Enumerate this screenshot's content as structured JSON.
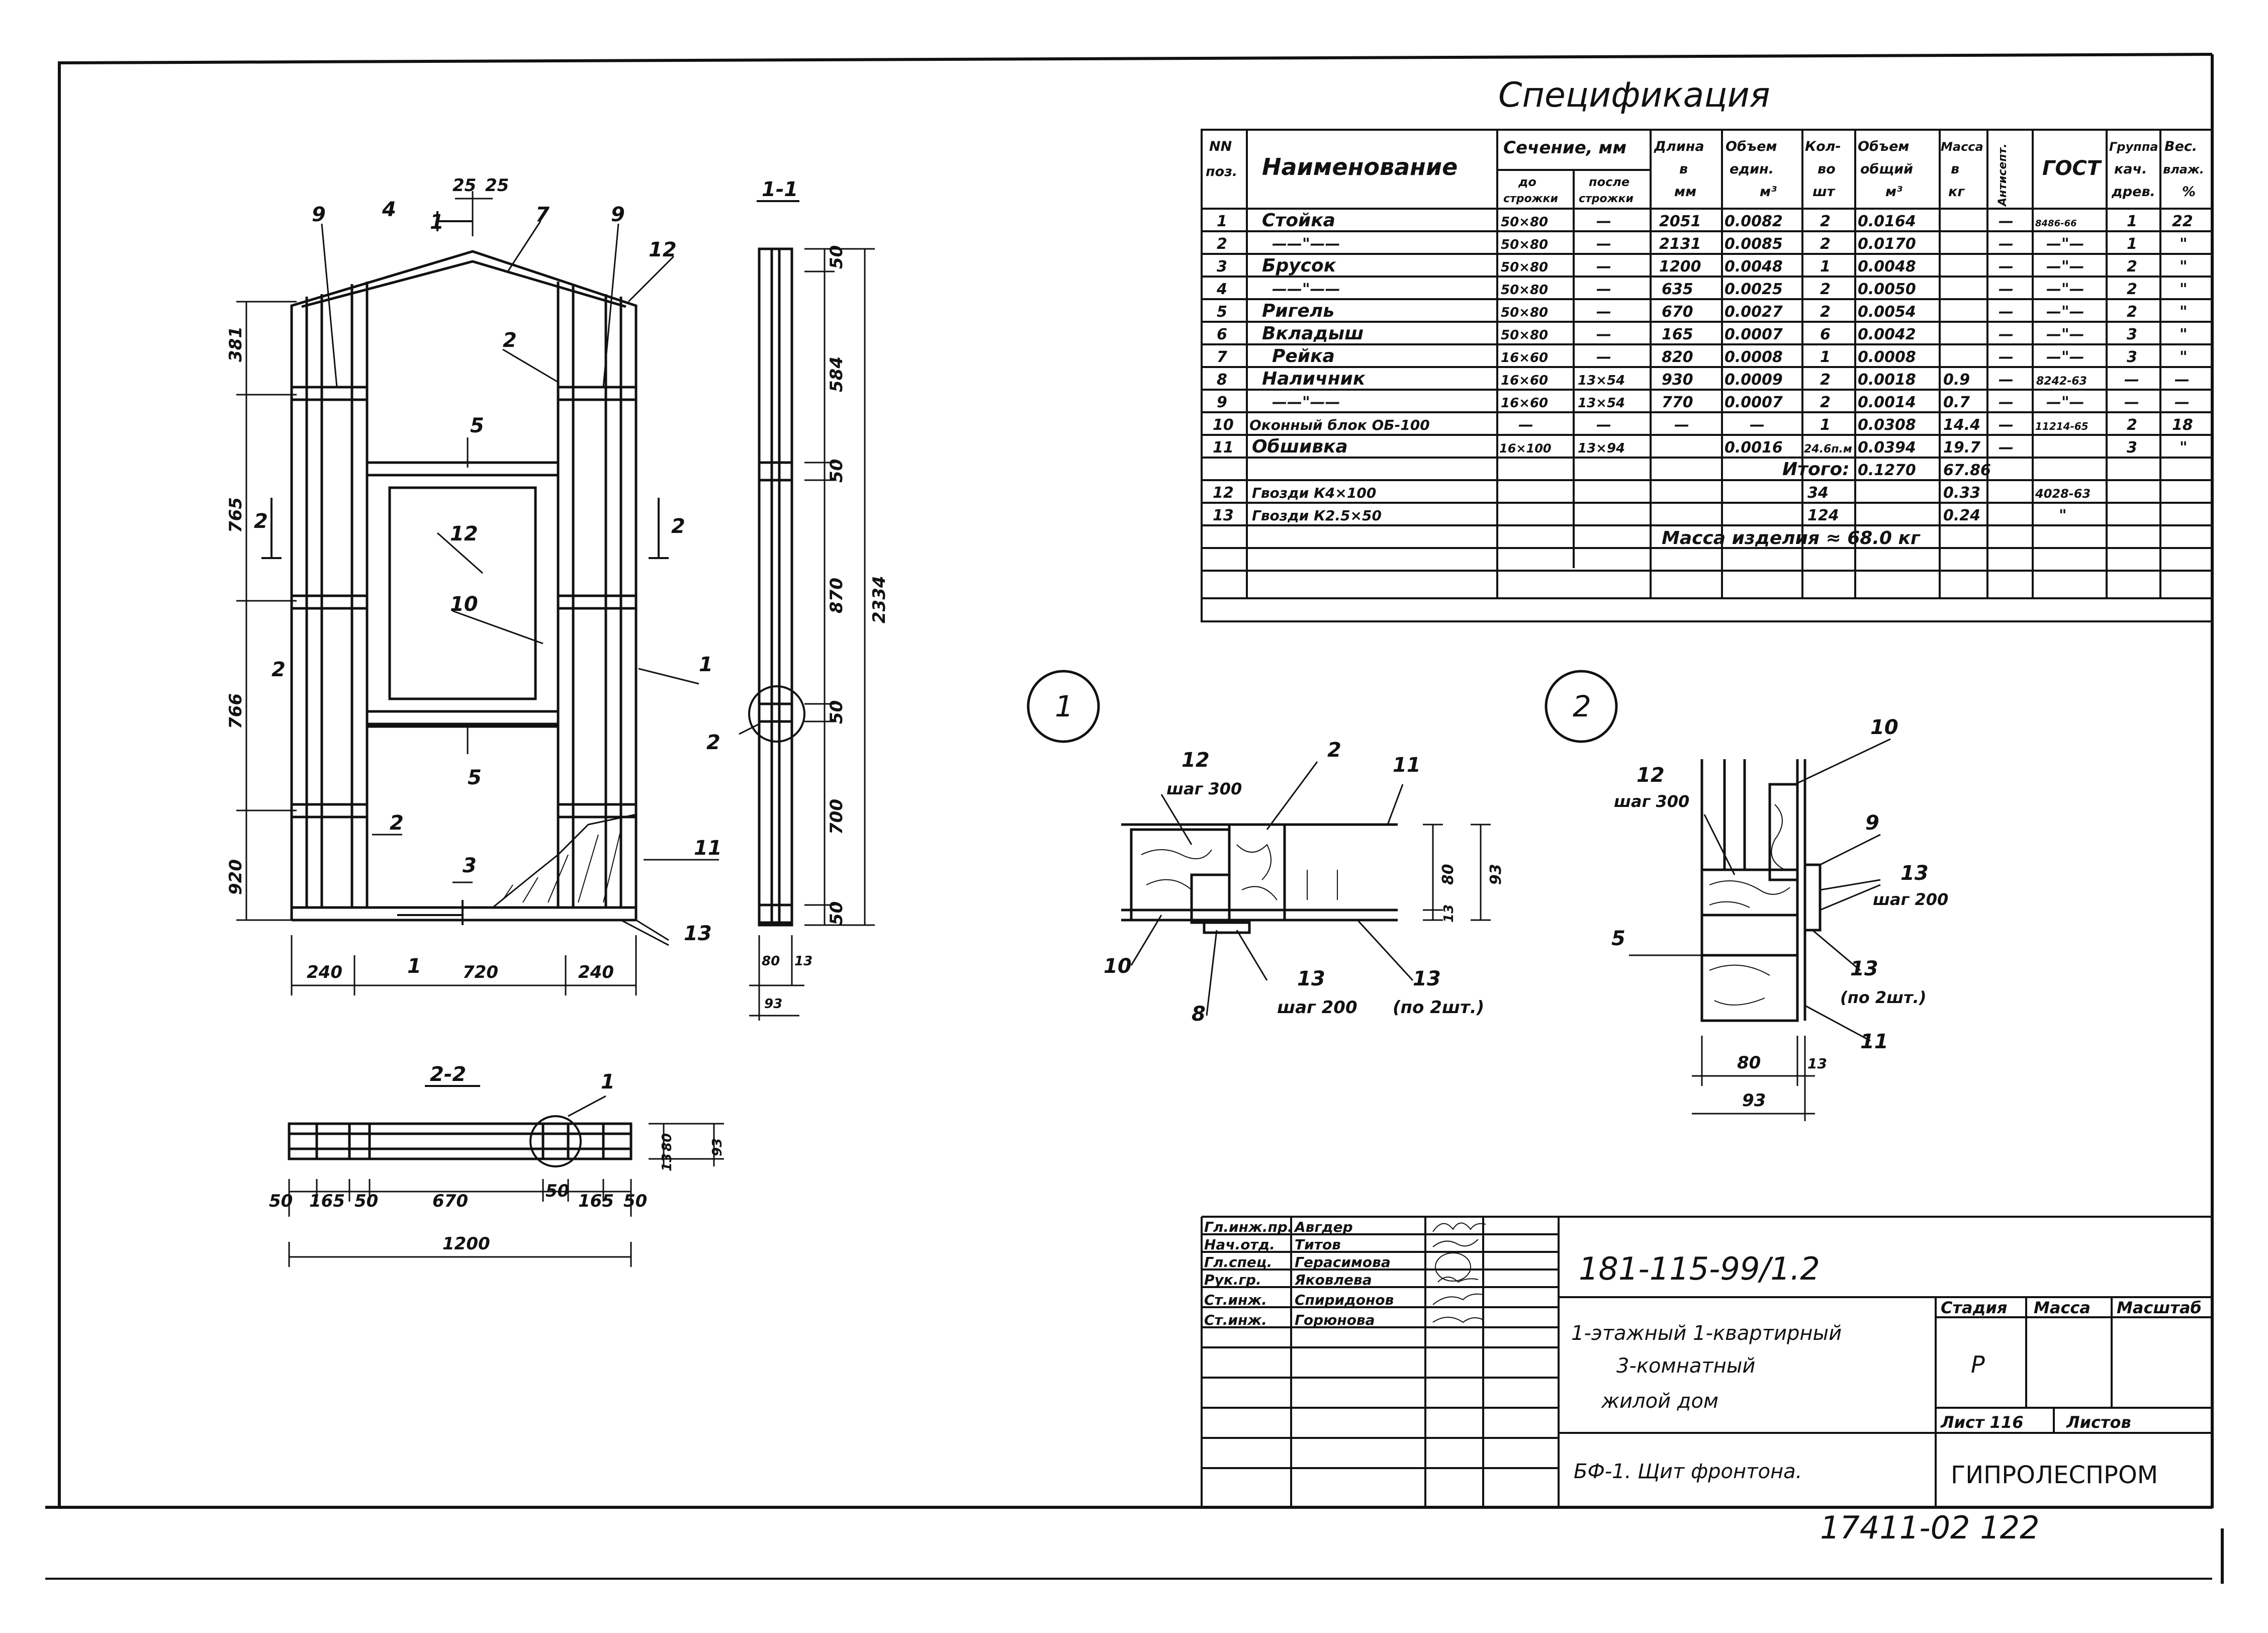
{
  "spec": {
    "title": "Спецификация",
    "headers": {
      "pos": [
        "NN",
        "поз."
      ],
      "name": "Наименование",
      "section": "Сечение, мм",
      "sec_before": [
        "до",
        "строжки"
      ],
      "sec_after": [
        "после",
        "строжки"
      ],
      "length": [
        "Длина",
        "в",
        "мм"
      ],
      "vol_unit": [
        "Объем",
        "един.",
        "м³"
      ],
      "qty": [
        "Кол-",
        "во",
        "шт"
      ],
      "vol_total": [
        "Объем",
        "общий",
        "м³"
      ],
      "mass": [
        "Масса",
        "в",
        "кг"
      ],
      "antisept": "Антисепт. ",
      "gost": "ГОСТ",
      "group": [
        "Группа",
        "кач.",
        "древ."
      ],
      "humidity": [
        "Вес.",
        "влаж.",
        "%"
      ]
    },
    "rows": [
      {
        "pos": "1",
        "name": "Стойка",
        "sec": "50×80",
        "after": "—",
        "len": "2051",
        "vu": "0.0082",
        "qty": "2",
        "vt": "0.0164",
        "mass": "",
        "ant": "—",
        "gost": "8486-66",
        "grp": "1",
        "hum": "22"
      },
      {
        "pos": "2",
        "name": "——\"——",
        "sec": "50×80",
        "after": "—",
        "len": "2131",
        "vu": "0.0085",
        "qty": "2",
        "vt": "0.0170",
        "mass": "",
        "ant": "—",
        "gost": "—\"—",
        "grp": "1",
        "hum": "\""
      },
      {
        "pos": "3",
        "name": "Брусок",
        "sec": "50×80",
        "after": "—",
        "len": "1200",
        "vu": "0.0048",
        "qty": "1",
        "vt": "0.0048",
        "mass": "",
        "ant": "—",
        "gost": "—\"—",
        "grp": "2",
        "hum": "\""
      },
      {
        "pos": "4",
        "name": "——\"——",
        "sec": "50×80",
        "after": "—",
        "len": "635",
        "vu": "0.0025",
        "qty": "2",
        "vt": "0.0050",
        "mass": "",
        "ant": "—",
        "gost": "—\"—",
        "grp": "2",
        "hum": "\""
      },
      {
        "pos": "5",
        "name": "Ригель",
        "sec": "50×80",
        "after": "—",
        "len": "670",
        "vu": "0.0027",
        "qty": "2",
        "vt": "0.0054",
        "mass": "",
        "ant": "—",
        "gost": "—\"—",
        "grp": "2",
        "hum": "\""
      },
      {
        "pos": "6",
        "name": "Вкладыш",
        "sec": "50×80",
        "after": "—",
        "len": "165",
        "vu": "0.0007",
        "qty": "6",
        "vt": "0.0042",
        "mass": "",
        "ant": "—",
        "gost": "—\"—",
        "grp": "3",
        "hum": "\""
      },
      {
        "pos": "7",
        "name": "Рейка",
        "sec": "16×60",
        "after": "—",
        "len": "820",
        "vu": "0.0008",
        "qty": "1",
        "vt": "0.0008",
        "mass": "",
        "ant": "—",
        "gost": "—\"—",
        "grp": "3",
        "hum": "\""
      },
      {
        "pos": "8",
        "name": "Наличник",
        "sec": "16×60",
        "after": "13×54",
        "len": "930",
        "vu": "0.0009",
        "qty": "2",
        "vt": "0.0018",
        "mass": "0.9",
        "ant": "—",
        "gost": "8242-63",
        "grp": "—",
        "hum": "—"
      },
      {
        "pos": "9",
        "name": "——\"——",
        "sec": "16×60",
        "after": "13×54",
        "len": "770",
        "vu": "0.0007",
        "qty": "2",
        "vt": "0.0014",
        "mass": "0.7",
        "ant": "—",
        "gost": "—\"—",
        "grp": "—",
        "hum": "—"
      },
      {
        "pos": "10",
        "name": "Оконный блок ОБ-100",
        "sec": "—",
        "after": "—",
        "len": "—",
        "vu": "—",
        "qty": "1",
        "vt": "0.0308",
        "mass": "14.4",
        "ant": "—",
        "gost": "11214-65",
        "grp": "2",
        "hum": "18"
      },
      {
        "pos": "11",
        "name": "Обшивка",
        "sec": "16×100",
        "after": "13×94",
        "len": "",
        "vu": "0.0016",
        "qty": "24.6п.м",
        "vt": "0.0394",
        "mass": "19.7",
        "ant": "—",
        "gost": "",
        "grp": "3",
        "hum": "\""
      }
    ],
    "total": {
      "label": "Итого:",
      "vt": "0.1270",
      "mass": "67.86"
    },
    "rows2": [
      {
        "pos": "12",
        "name": "Гвозди К4×100",
        "qty": "34",
        "mass": "0.33",
        "gost": "4028-63"
      },
      {
        "pos": "13",
        "name": "Гвозди К2.5×50",
        "qty": "124",
        "mass": "0.24",
        "gost": "\""
      }
    ],
    "footer": "Масса изделия ≈ 68.0 кг"
  },
  "views": {
    "section_1_1": "1-1",
    "section_2_2": "2-2",
    "callout_1": "1",
    "callout_2": "2"
  },
  "dims": {
    "top": [
      "25",
      "25"
    ],
    "left": [
      "381",
      "765",
      "766",
      "920"
    ],
    "bottom": [
      "240",
      "720",
      "240"
    ],
    "side": [
      "50",
      "584",
      "50",
      "870",
      "50",
      "700",
      "50"
    ],
    "side_total": "2334",
    "side_bottom": [
      "80",
      "13",
      "93"
    ],
    "s22": [
      "50",
      "165",
      "50",
      "670",
      "50",
      "165",
      "50"
    ],
    "s22_total": "1200",
    "s22_right": [
      "13",
      "80",
      "93"
    ],
    "d1": {
      "h80": "80",
      "h93": "93",
      "h13": "13"
    },
    "d2": {
      "w80": "80",
      "w13": "13",
      "w93": "93"
    }
  },
  "labels": {
    "main": [
      "9",
      "4",
      "1",
      "7",
      "9",
      "12",
      "2",
      "5",
      "12",
      "10",
      "1",
      "5",
      "2",
      "3",
      "1",
      "11",
      "13",
      "2",
      "2",
      "2"
    ],
    "d1": {
      "nail12": "12",
      "step300": "шаг 300",
      "p2": "2",
      "p11": "11",
      "p10": "10",
      "p8": "8",
      "p13a": "13",
      "step200": "шаг 200",
      "p13b": "13",
      "per2": "(по 2шт.)"
    },
    "d2": {
      "p12": "12",
      "step300": "шаг 300",
      "p10": "10",
      "p9": "9",
      "p13a": "13",
      "step200": "шаг 200",
      "p5": "5",
      "p13b": "13",
      "per2": "(по 2шт.)",
      "p11": "11"
    }
  },
  "titleblock": {
    "roles": [
      "Гл.инж.пр.",
      "Нач.отд.",
      "Гл.спец.",
      "Рук.гр.",
      "Ст.инж.",
      "Ст.инж."
    ],
    "names": [
      "Авгдер",
      "Титов",
      "Герасимова",
      "Яковлева",
      "Спиридонов",
      "Горюнова"
    ],
    "code": "181-115-99/1.2",
    "project": [
      "1-этажный 1-квартирный",
      "3-комнатный",
      "жилой дом"
    ],
    "sheet_title": "БФ-1. Щит фронтона.",
    "stage_h": "Стадия",
    "mass_h": "Масса",
    "scale_h": "Масштаб",
    "stage": "Р",
    "sheet_label": "Лист 116",
    "sheets_label": "Листов",
    "org": "ГИПРОЛЕСПРОМ"
  },
  "bottom_code": "17411-02   122"
}
